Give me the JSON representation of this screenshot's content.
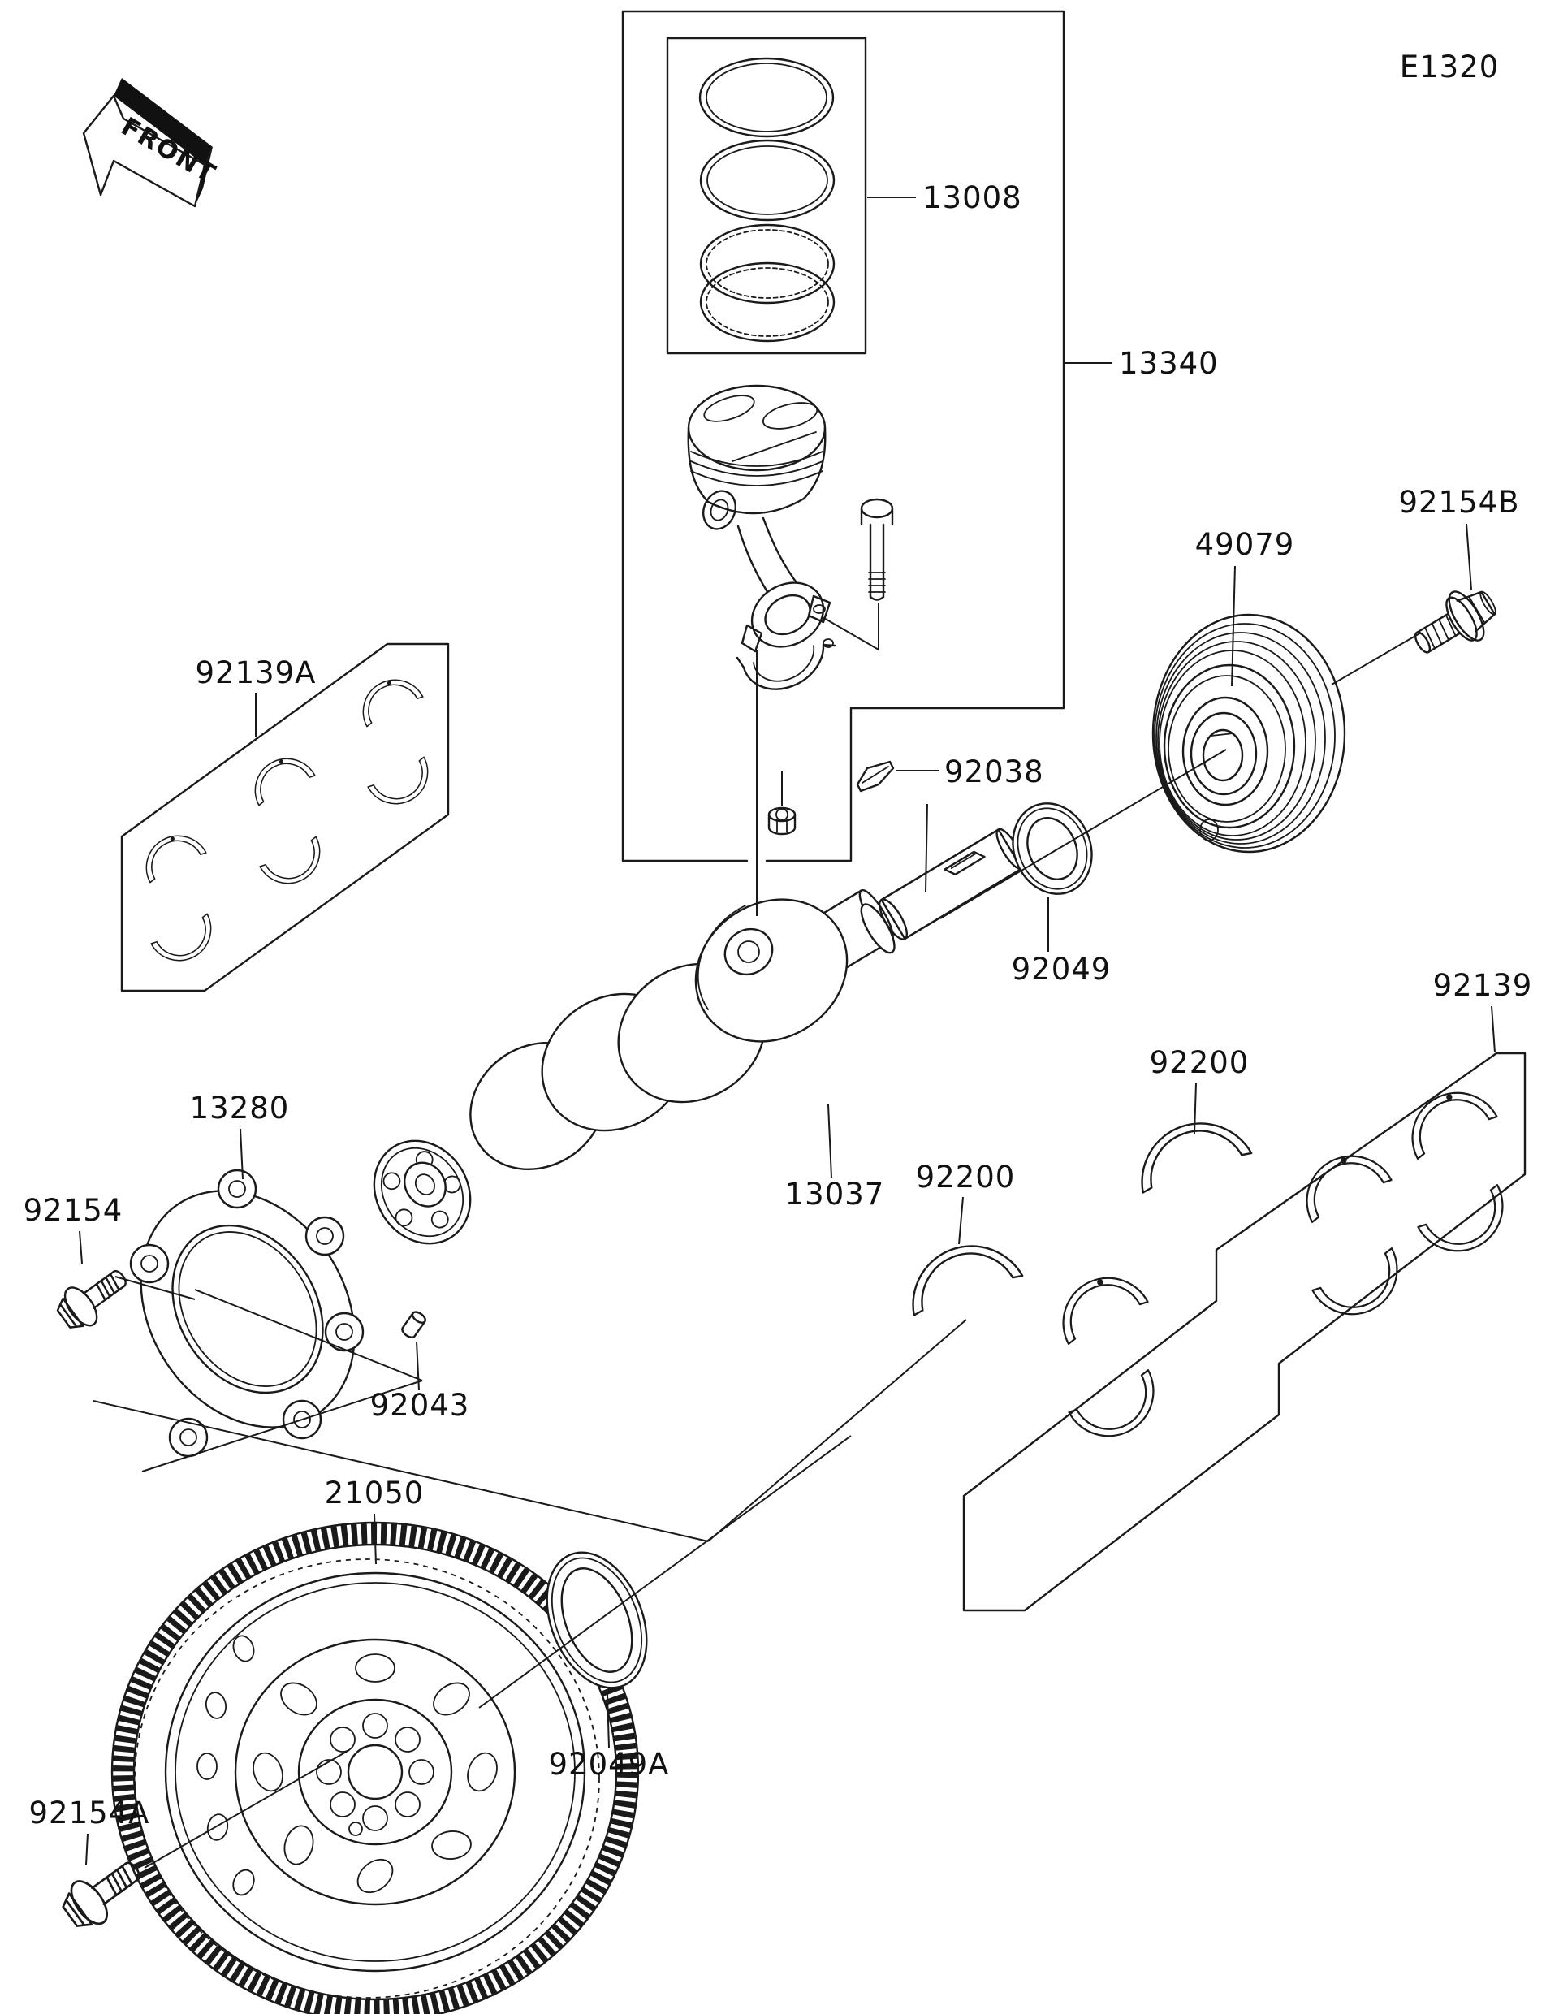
{
  "diagram": {
    "page_code": "E1320",
    "front_marker": "FRONT",
    "colors": {
      "line": "#1a1a1a",
      "background": "#ffffff"
    },
    "parts": {
      "piston_rings": "13008",
      "piston_assembly": "13340",
      "pulley_bolt": "92154B",
      "pulley": "49079",
      "conrod_bearings": "92139A",
      "woodruff_key": "92038",
      "front_oil_seal": "92049",
      "main_bearings": "92139",
      "thrust_washer_a": "92200",
      "thrust_washer_b": "92200",
      "crankshaft": "13037",
      "oil_seal_retainer": "13280",
      "retainer_bolt": "92154",
      "dowel_pin": "92043",
      "flywheel": "21050",
      "rear_oil_seal": "92049A",
      "flywheel_bolt": "92154A"
    }
  }
}
